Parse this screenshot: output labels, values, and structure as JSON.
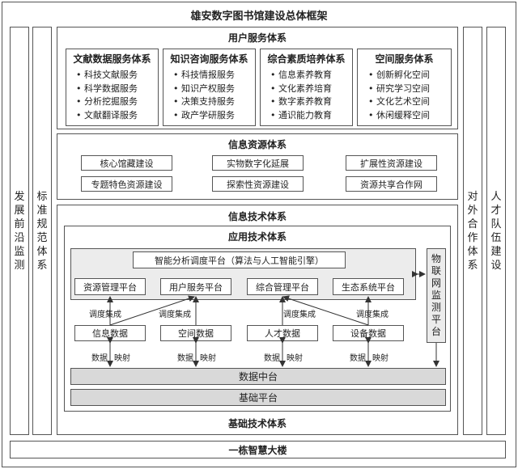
{
  "title": "雄安数字图书馆建设总体框架",
  "left_cols": [
    "发展前沿监测",
    "标准规范体系"
  ],
  "right_cols": [
    "对外合作体系",
    "人才队伍建设"
  ],
  "user_service": {
    "title": "用户服务体系",
    "groups": [
      {
        "title": "文献数据服务体系",
        "items": [
          "科技文献服务",
          "科学数据服务",
          "分析挖掘服务",
          "文献翻译服务"
        ]
      },
      {
        "title": "知识咨询服务体系",
        "items": [
          "科技情报服务",
          "知识产权服务",
          "决策支持服务",
          "政产学研服务"
        ]
      },
      {
        "title": "综合素质培养体系",
        "items": [
          "信息素养教育",
          "文化素养培育",
          "数字素养教育",
          "通识能力教育"
        ]
      },
      {
        "title": "空间服务体系",
        "items": [
          "创新孵化空间",
          "研究学习空间",
          "文化艺术空间",
          "休闲缓释空间"
        ]
      }
    ]
  },
  "info_resource": {
    "title": "信息资源体系",
    "items": [
      "核心馆藏建设",
      "实物数字化延展",
      "扩展性资源建设",
      "专题特色资源建设",
      "探索性资源建设",
      "资源共享合作网"
    ]
  },
  "info_tech": {
    "title": "信息技术体系",
    "app_title": "应用技术体系",
    "smart_platform": "智能分析调度平台（算法与人工智能引擎）",
    "platforms": [
      "资源管理平台",
      "用户服务平台",
      "综合管理平台",
      "生态系统平台"
    ],
    "iot": "物联网监测平台",
    "data_items": [
      "信息数据",
      "空间数据",
      "人才数据",
      "设备数据"
    ],
    "integrate_label": "调度集成",
    "data_label": "数据",
    "map_label": "映射",
    "data_center": "数据中台",
    "base_platform": "基础平台"
  },
  "base_tech": "基础技术体系",
  "building": "一栋智慧大楼"
}
